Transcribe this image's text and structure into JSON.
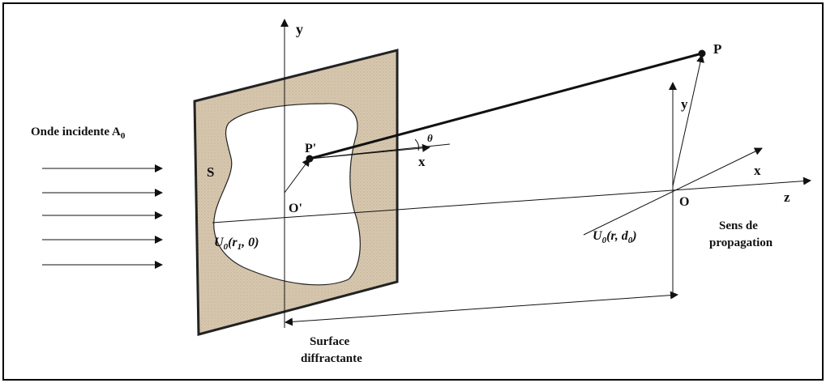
{
  "labels": {
    "incident_wave": "Onde incidente A",
    "incident_wave_sub": "0",
    "screen_label": "S",
    "origin_prime": "O'",
    "point_prime": "P'",
    "point_p": "P",
    "axis_y_left": "y",
    "axis_y_right": "y",
    "axis_x_left": "x",
    "axis_x_right": "x",
    "axis_z": "z",
    "origin": "O",
    "theta": "θ",
    "u0_left_main": "U",
    "u0_left_sub": "0",
    "u0_left_args": "(r",
    "u0_left_args_sub": "1",
    "u0_left_args_end": ", 0)",
    "u0_right_main": "U",
    "u0_right_sub": "0",
    "u0_right_args": "(r, d",
    "u0_right_args_sub": "0",
    "u0_right_args_end": ")",
    "propagation_line1": "Sens de",
    "propagation_line2": "propagation",
    "surface_line1": "Surface",
    "surface_line2": "diffractante"
  },
  "colors": {
    "screen_fill": "#d9cbb3",
    "screen_border": "#222222",
    "aperture_fill": "#ffffff",
    "line": "#111111"
  },
  "incident_arrows": 5
}
